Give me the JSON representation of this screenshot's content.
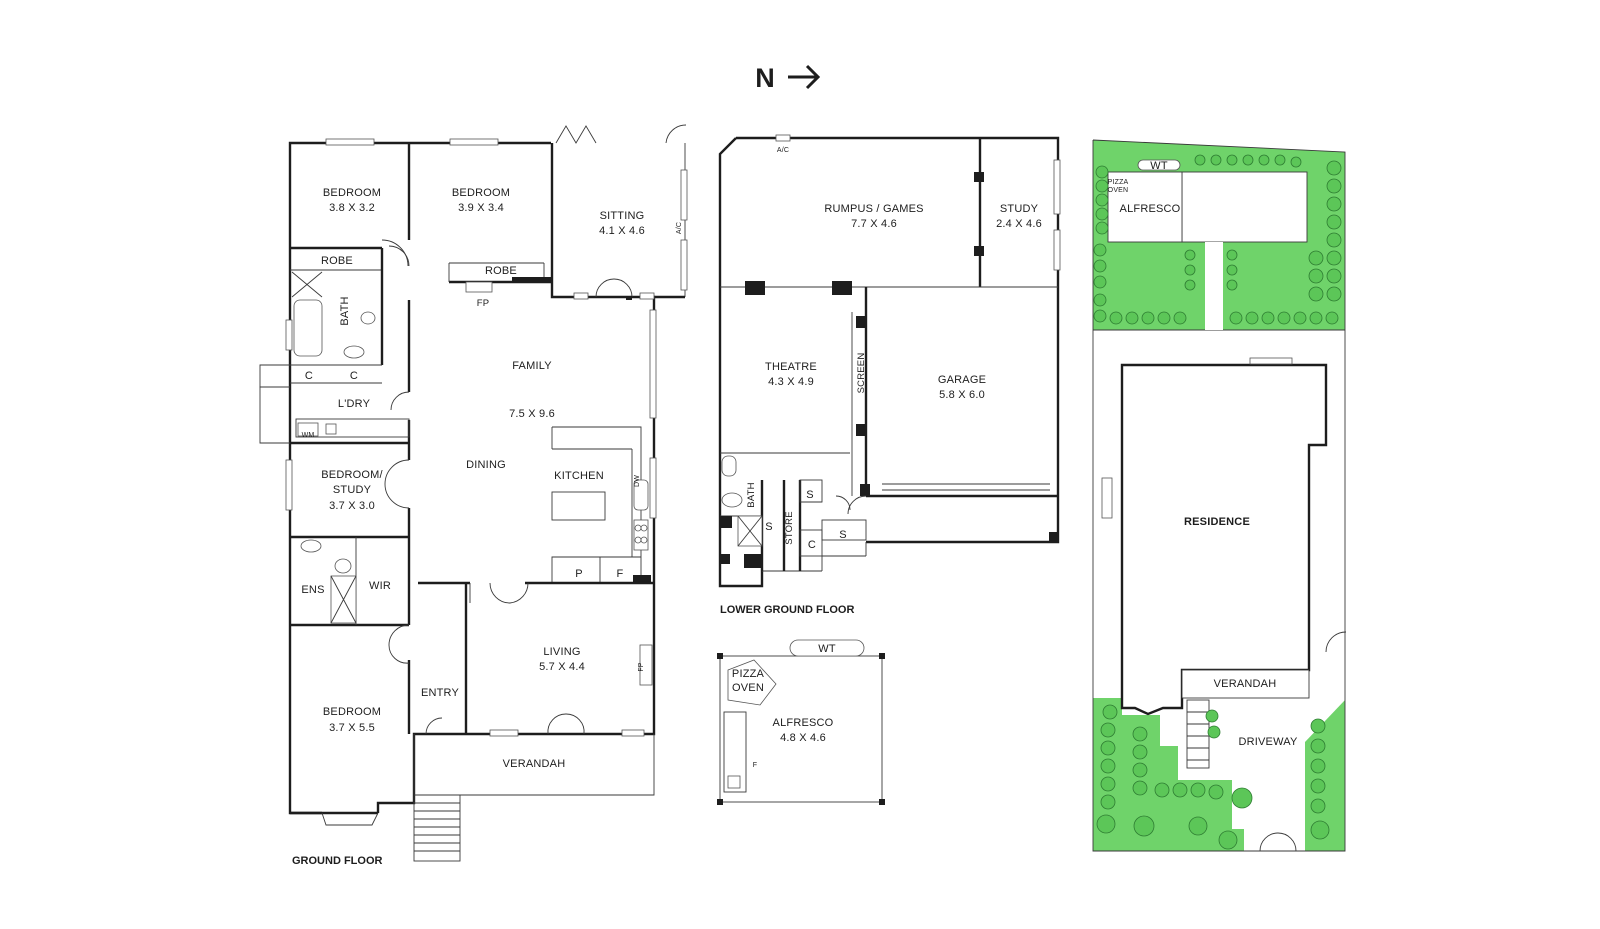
{
  "compass": {
    "letter": "N"
  },
  "ground_floor": {
    "title": "GROUND FLOOR",
    "rooms": [
      {
        "name": "BEDROOM",
        "size": "3.8 X 3.2"
      },
      {
        "name": "BEDROOM",
        "size": "3.9 X 3.4"
      },
      {
        "name": "SITTING",
        "size": "4.1 X 4.6"
      },
      {
        "name": "FAMILY",
        "size": "7.5 X 9.6"
      },
      {
        "name": "BEDROOM/",
        "size": "STUDY",
        "size2": "3.7 X 3.0"
      },
      {
        "name": "LIVING",
        "size": "5.7 X 4.4"
      },
      {
        "name": "BEDROOM",
        "size": "3.7 X 5.5"
      }
    ],
    "labels": {
      "robe_left": "ROBE",
      "robe_right": "ROBE",
      "fp_top": "FP",
      "bath": "BATH",
      "c1": "C",
      "c2": "C",
      "ldry": "L'DRY",
      "wm": "WM",
      "dining": "DINING",
      "kitchen": "KITCHEN",
      "dw": "DW",
      "ac": "A/C",
      "p": "P",
      "f": "F",
      "ens": "ENS",
      "wir": "WIR",
      "entry": "ENTRY",
      "fp_living": "FP",
      "verandah": "VERANDAH"
    }
  },
  "lower_ground_floor": {
    "title": "LOWER GROUND FLOOR",
    "rooms": [
      {
        "name": "RUMPUS / GAMES",
        "size": "7.7 X 4.6"
      },
      {
        "name": "STUDY",
        "size": "2.4 X 4.6"
      },
      {
        "name": "THEATRE",
        "size": "4.3 X 4.9"
      },
      {
        "name": "GARAGE",
        "size": "5.8 X 6.0"
      }
    ],
    "labels": {
      "ac": "A/C",
      "screen": "SCREEN",
      "bath": "BATH",
      "store": "STORE",
      "s1": "S",
      "s2": "S",
      "s3": "S",
      "c": "C"
    }
  },
  "alfresco": {
    "wt": "WT",
    "pizza1": "PIZZA",
    "pizza2": "OVEN",
    "name": "ALFRESCO",
    "size": "4.8 X 4.6",
    "f": "F"
  },
  "site_plan": {
    "wt": "WT",
    "pizza1": "PIZZA",
    "pizza2": "OVEN",
    "alfresco": "ALFRESCO",
    "residence": "RESIDENCE",
    "verandah": "VERANDAH",
    "driveway": "DRIVEWAY"
  },
  "colors": {
    "lawn": "#6fd36a",
    "tree": "#5cc658",
    "wall": "#1d1d1d"
  }
}
